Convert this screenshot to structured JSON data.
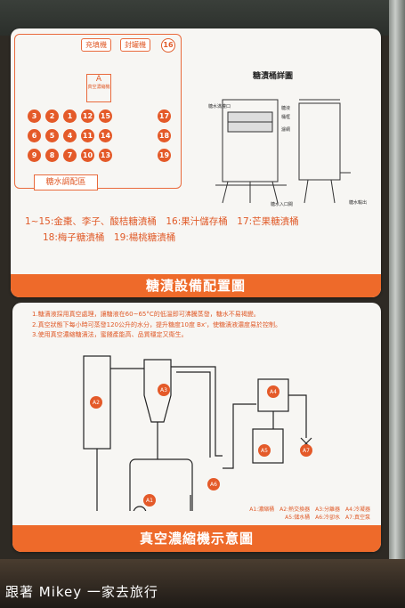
{
  "card1": {
    "tag_refill": "充填機",
    "tag_seal": "封罐機",
    "badge": "16",
    "device_a_label": "A",
    "device_a_sub": "真空濃縮機",
    "grid": [
      [
        "3",
        "2",
        "1",
        "12",
        "15"
      ],
      [
        "6",
        "5",
        "4",
        "11",
        "14"
      ],
      [
        "9",
        "8",
        "7",
        "10",
        "13"
      ]
    ],
    "side_numbers": [
      "17",
      "18",
      "19"
    ],
    "mix_label": "糖水調配區",
    "detail_title": "糖漬桶詳圖",
    "detail_labels": [
      "糖水滿灌口",
      "糖液",
      "桶框",
      "濾網",
      "糖水入口閥",
      "糖水輸出"
    ],
    "legend_line1": "1~15:金棗、李子、酸桔糖漬桶　16:果汁儲存桶　17:芒果糖漬桶",
    "legend_line2": "18:梅子糖漬桶　19:楊桃糖漬桶",
    "banner": "糖漬設備配置圖"
  },
  "card2": {
    "notes": [
      "1.糖漬液採用真空處理，讓糖液在60~65°C的低溫即可沸騰蒸發，糖水不易褐變。",
      "2.真空狀態下每小時可蒸發120公升的水分，提升糖度10度 Bx'，使糖漬液濃度易於控制。",
      "3.使用真空濃縮糖漬法，蜜餞產能高、品質穩定又衛生。"
    ],
    "nodes": [
      "A2",
      "A3",
      "A1",
      "A6",
      "A4",
      "A5",
      "A7"
    ],
    "legend_line1": "A1:濃縮桶　A2:熱交換器　A3:分離器　A4:冷凝器",
    "legend_line2": "A5:儲水桶　A6:冷卻水　A7:真空泵",
    "banner": "真空濃縮機示意圖"
  },
  "caption": "跟著 Mikey 一家去旅行",
  "colors": {
    "accent": "#ee6a2a",
    "ink": "#e05a28",
    "card": "#f7f6f3"
  }
}
